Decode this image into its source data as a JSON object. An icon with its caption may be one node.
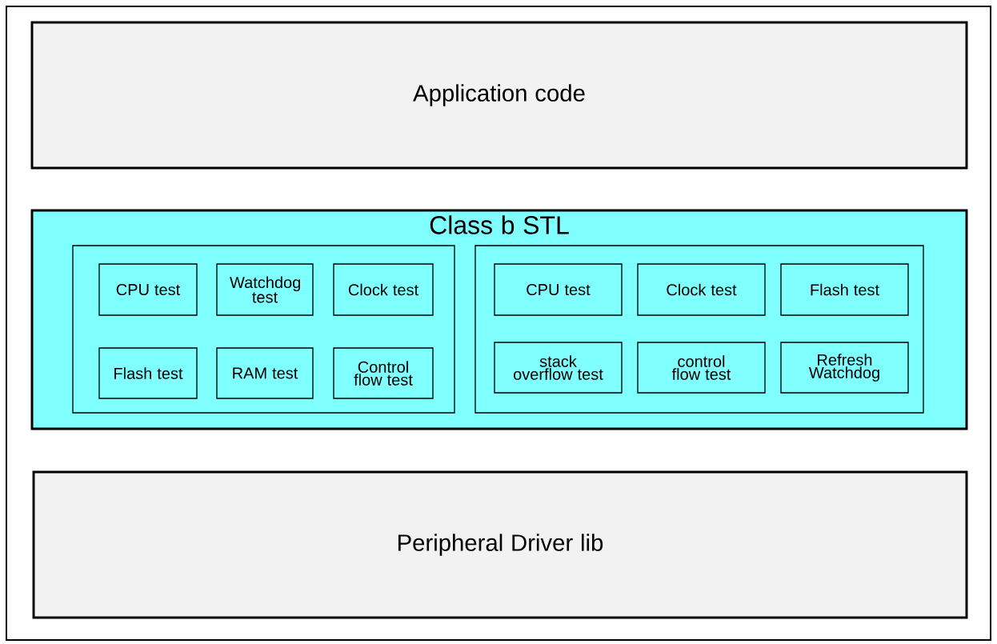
{
  "diagram": {
    "nodes": [
      {
        "text": [
          "Application code"
        ]
      },
      {
        "text": [
          "Class b STL"
        ]
      },
      {
        "text": [],
        "shape": "box",
        "in": 1
      },
      {
        "text": [
          "CPU test"
        ],
        "in": 2
      },
      {
        "text": [
          "Watchdog test"
        ],
        "in": 2
      },
      {
        "text": [
          "Clock test"
        ],
        "in": 2
      },
      {
        "text": [
          "Flash test"
        ],
        "in": 2
      },
      {
        "text": [
          "RAM test"
        ],
        "in": 2
      },
      {
        "text": [
          "Control flow test"
        ],
        "in": 2
      },
      {
        "text": [],
        "shape": "box",
        "in": 1
      },
      {
        "text": [
          "CPU test"
        ],
        "in": 9
      },
      {
        "text": [
          "Clock test"
        ],
        "in": 9
      },
      {
        "text": [
          "Flash test"
        ],
        "in": 9
      },
      {
        "text": [
          "stack overflow test"
        ],
        "in": 9
      },
      {
        "text": [
          "control flow test"
        ],
        "in": 9
      },
      {
        "text": [
          "Refresh Watchdog"
        ],
        "in": 9
      },
      {
        "text": [
          "Peripheral Driver lib"
        ]
      }
    ]
  }
}
